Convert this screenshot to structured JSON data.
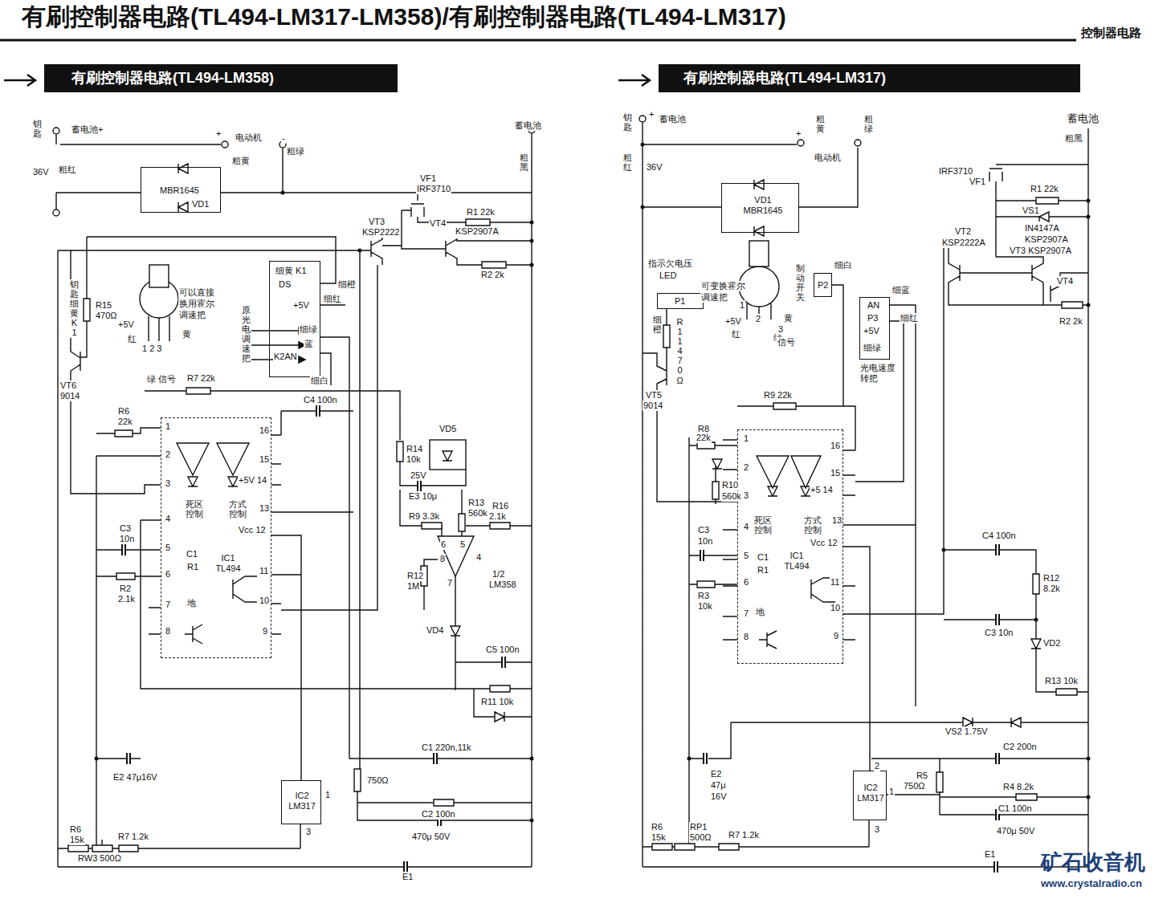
{
  "diagram": {
    "title": "有刷控制器电路(TL494-LM317-LM358)/有刷控制器电路(TL494-LM317)",
    "nodes": [
      {
        "text": [
          "IC1 TL494"
        ]
      },
      {
        "text": [
          "IC2 LM317"
        ]
      },
      {
        "text": [
          "细黄 K1",
          "DS",
          "+5V",
          "细绿",
          "蓝",
          "K2AN"
        ]
      },
      {
        "text": [
          "MBR1645",
          "VD1"
        ]
      },
      {
        "text": [
          "VD1 MBR1645"
        ]
      },
      {
        "text": [
          "P1"
        ]
      },
      {
        "text": [
          "P2"
        ]
      },
      {
        "text": [
          "AN",
          "P3",
          "+5V",
          "细绿"
        ]
      },
      {
        "text": [
          "IC1 TL494"
        ]
      },
      {
        "text": [
          "IC2 LM317"
        ]
      }
    ],
    "edges": [
      {
        "from": 1,
        "to": 0,
        "arrow": "none"
      },
      {
        "from": 9,
        "to": 8,
        "arrow": "none"
      }
    ],
    "labels": [
      "控制器电路",
      "有刷控制器电路(TL494-LM358)",
      "有刷控制器电路(TL494-LM317)",
      "钥匙",
      "蓄电池+",
      "+",
      "电动机",
      "-",
      "粗绿",
      "蓄电池",
      "粗黑",
      "36V",
      "粗红",
      "粗黄",
      "VF1",
      "IRF3710",
      "R1 22k",
      "VT3",
      "KSP2222",
      "VT4",
      "KSP2907A",
      "R2 2k",
      "钥匙细黄K1",
      "R15",
      "470Ω",
      "VT6",
      "9014",
      "+5V",
      "红",
      "1 2 3",
      "可以直接",
      "换用霍尔",
      "调速把",
      "黄",
      "原光电调速把",
      "细橙",
      "细红",
      "细白",
      "绿 信号",
      "R7 22k",
      "R6",
      "22k",
      "C4 100n",
      "1",
      "2",
      "3",
      "16",
      "15",
      "+5V 14",
      "4",
      "5",
      "6",
      "7",
      "8",
      "9",
      "10",
      "11",
      "13",
      "Vcc 12",
      "死区控制",
      "方式控制",
      "C1",
      "R1",
      "地",
      "C3",
      "10n",
      "R2",
      "2.1k",
      "R14",
      "10k",
      "VD5",
      "25V",
      "E3 10μ",
      "R13",
      "560k",
      "R9 3.3k",
      "R16",
      "2.1k",
      "6",
      "5",
      "8",
      "4",
      "7",
      "R12",
      "1M",
      "1/2",
      "LM358",
      "VD4",
      "C5 100n",
      "R11 10k",
      "C1 220n,11k",
      "750Ω",
      "1",
      "3",
      "C2 100n",
      "470μ 50V",
      "E2 47μ16V",
      "R6",
      "15k",
      "RW3 500Ω",
      "R7 1.2k",
      "E1",
      "钥匙",
      "+",
      "蓄电池",
      "粗红",
      "36V",
      "+",
      "粗黄",
      "电动机",
      "粗绿",
      "蓄电池",
      "粗黑",
      "IRF3710",
      "VF1",
      "R1 22k",
      "VS1",
      "IN4147A",
      "KSP2907A",
      "VT2",
      "KSP2222A",
      "VT3 KSP2907A",
      "VT4",
      "R2 2k",
      "指示欠电压",
      "LED",
      "可变换霍尔",
      "调速把",
      "制动开关",
      "细白",
      "1",
      "+5V",
      "红",
      "2",
      "绿",
      "黄",
      "3",
      "信号",
      "细蓝",
      "细红",
      "光电速度转把",
      "细橙",
      "R11 470Ω",
      "VT5",
      "9014",
      "R9 22k",
      "R8",
      "22k",
      "R10",
      "560k",
      "1",
      "2",
      "3",
      "16",
      "15",
      "+5 14",
      "4",
      "5",
      "6",
      "7",
      "8",
      "9",
      "10",
      "11",
      "Vcc 12",
      "13",
      "死区控制",
      "方式控制",
      "C1",
      "R1",
      "地",
      "C3",
      "10n",
      "R3",
      "10k",
      "C4 100n",
      "R12",
      "8.2k",
      "C3 10n",
      "VD2",
      "R13 10k",
      "VS2 1.75V",
      "C2 200n",
      "R5",
      "750Ω",
      "R4 8.2k",
      "C1 100n",
      "470μ 50V",
      "1",
      "2",
      "3",
      "E2",
      "47μ",
      "16V",
      "R6",
      "15k",
      "RP1",
      "500Ω",
      "R7 1.2k",
      "E1",
      "矿石收音机",
      "www.crystalradio.cn"
    ]
  }
}
